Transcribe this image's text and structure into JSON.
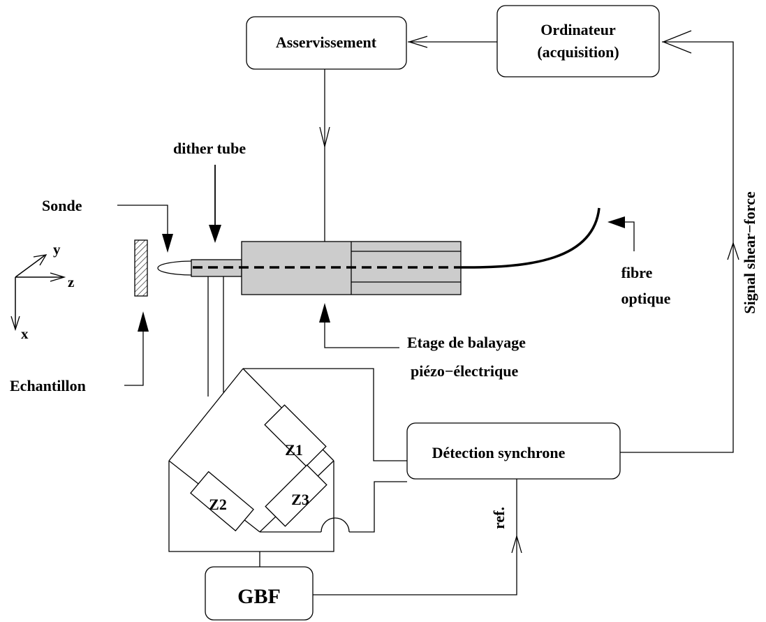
{
  "labels": {
    "asservissement": "Asservissement",
    "ordinateur_line1": "Ordinateur",
    "ordinateur_line2": "(acquisition)",
    "dither_tube": "dither tube",
    "sonde": "Sonde",
    "fibre_line1": "fibre",
    "fibre_line2": "optique",
    "etage_line1": "Etage de balayage",
    "etage_line2": "piézo−électrique",
    "echantillon": "Echantillon",
    "detection": "Détection synchrone",
    "gbf": "GBF",
    "ref": "ref.",
    "signal": "Signal shear−force",
    "z1": "Z1",
    "z2": "Z2",
    "z3": "Z3",
    "axis_x": "x",
    "axis_y": "y",
    "axis_z": "z"
  },
  "colors": {
    "stage_fill": "#cccccc",
    "tube_fill": "#cccccc",
    "line": "#000000"
  }
}
